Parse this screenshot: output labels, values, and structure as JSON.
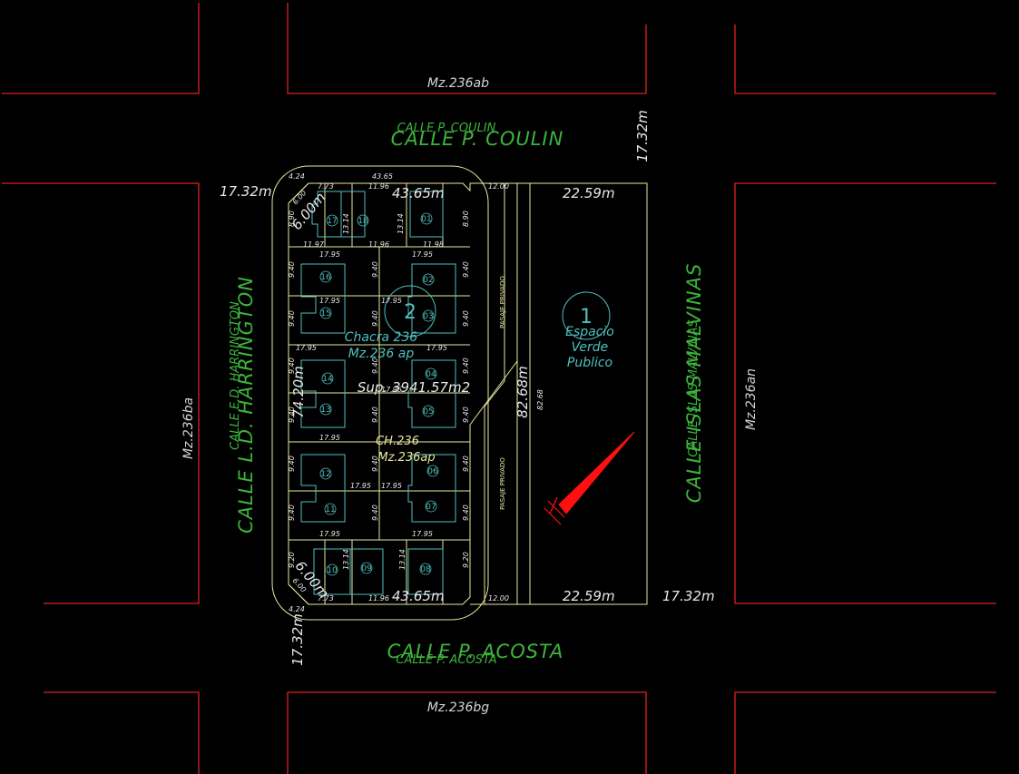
{
  "streets": {
    "north_large": "CALLE  P.  COULIN",
    "north_small": "CALLE  P.  COULIN",
    "south_large": "CALLE  P.  ACOSTA",
    "south_small": "CALLE  P.  ACOSTA",
    "west_large": "CALLE  L.D.  HARRINGTON",
    "west_small": "CALLE  E.D.  HARRINGTON",
    "east_large": "CALLE ISLAS MALVINAS",
    "east_small": "CALLE  ISLAS  MALVINAS"
  },
  "blocks": {
    "north": "Mz.236ab",
    "south": "Mz.236bg",
    "west": "Mz.236ba",
    "east": "Mz.236an"
  },
  "dimensions": {
    "nw_top": "17.32m",
    "ne_vertical": "17.32m",
    "sw_vertical": "17.32m",
    "se_right": "17.32m",
    "top_length": "43.65m",
    "bottom_length": "43.65m",
    "green_top": "22.59m",
    "green_bottom": "22.59m",
    "passage_length": "82.68m",
    "left_length": "74.20m",
    "chamfer_top": "6.00m",
    "chamfer_bottom": "6.00m"
  },
  "small_dims": {
    "top_total": "43.65",
    "corner_a": "4.24",
    "corner_b": "7.73",
    "w1196": "11.96",
    "w1197": "11.97",
    "w1198": "11.98",
    "w1795": "17.95",
    "h940": "9.40",
    "h890": "8.90",
    "h1314": "13.14",
    "h920": "9.20",
    "w1200": "12.00",
    "v8268": "82.68",
    "c600": "6.00"
  },
  "lots": [
    "01",
    "02",
    "03",
    "04",
    "05",
    "06",
    "07",
    "08",
    "09",
    "10",
    "11",
    "12",
    "13",
    "14",
    "15",
    "16",
    "17",
    "18"
  ],
  "labels": {
    "chacra": "Chacra  236",
    "block_main": "Mz.236  ap",
    "surface": "Sup.  3941.57m2",
    "chacra_short": "CH.236",
    "block_short": "Mz.236ap",
    "lot_main": "2",
    "lot_green": "1",
    "green_space_1": "Espacio",
    "green_space_2": "Verde",
    "green_space_3": "Publico",
    "pasaje_1": "PASAJE  PRIVADO",
    "pasaje_2": "PASAJE  PRIVADO"
  },
  "colors": {
    "background": "#000000",
    "block_outline": "#e02020",
    "lot_lines": "#e8e8a0",
    "street_text": "#3cb43c",
    "lot_text": "#4fc0c0",
    "north_arrow": "#ff1010"
  }
}
